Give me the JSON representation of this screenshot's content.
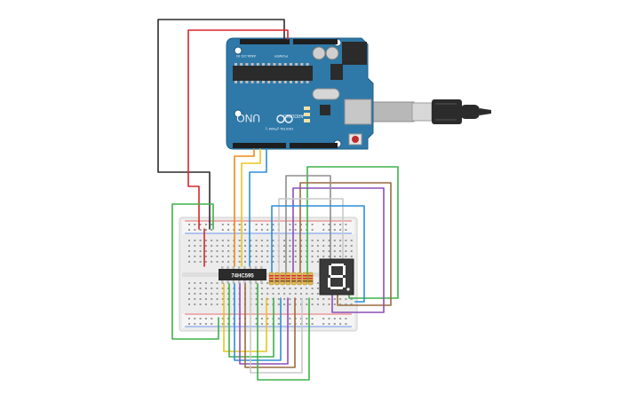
{
  "arduino": {
    "name": "Arduino Uno R3",
    "logo_text": "UNO",
    "brand_text": "ARDUINO",
    "header_power": "POWER",
    "header_analog": "ANALOG IN",
    "header_digital": "DIGITAL (PWM~)",
    "board_color": "#2f79a8"
  },
  "breadboard": {
    "name": "Breadboard Small"
  },
  "shift_register": {
    "label": "74HC595"
  },
  "seven_segment": {
    "digit": "8"
  },
  "usb": {
    "name": "USB cable"
  },
  "colors": {
    "wire_black": "#2b2b2b",
    "wire_red": "#d8262b",
    "wire_orange": "#ec8b18",
    "wire_yellow": "#e8c51f",
    "wire_blue": "#2d8fd5",
    "wire_green": "#3db14a",
    "wire_brown": "#9a6a3f",
    "wire_purple": "#8c4fb8",
    "wire_white": "#c9c9c9",
    "wire_grey": "#8e8e8e"
  }
}
